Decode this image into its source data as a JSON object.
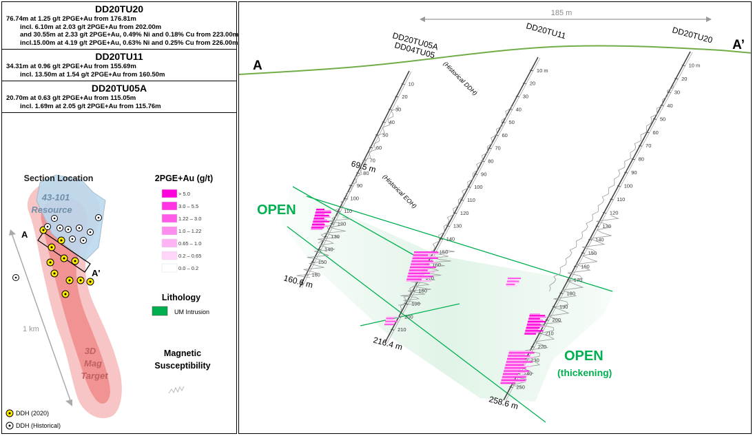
{
  "holes": [
    {
      "title": "DD20TU20",
      "lines": [
        {
          "text": "76.74m at 1.25 g/t 2PGE+Au from 176.81m",
          "indent": false
        },
        {
          "text": "incl. 6.10m at 2.03 g/t 2PGE+Au from 202.00m",
          "indent": true
        },
        {
          "text": "and 30.55m at 2.33 g/t 2PGE+Au, 0.49% Ni and 0.18% Cu from 223.00m",
          "indent": true
        },
        {
          "text": "incl.15.00m at 4.19 g/t 2PGE+Au, 0.63% Ni and 0.25% Cu from 226.00m",
          "indent": true
        }
      ]
    },
    {
      "title": "DD20TU11",
      "lines": [
        {
          "text": "34.31m at 0.96 g/t 2PGE+Au from 155.69m",
          "indent": false
        },
        {
          "text": "incl. 13.50m at 1.54 g/t 2PGE+Au from 160.50m",
          "indent": true
        }
      ]
    },
    {
      "title": "DD20TU05A",
      "lines": [
        {
          "text": "20.70m at 0.63 g/t 2PGE+Au from 115.05m",
          "indent": false
        },
        {
          "text": "incl. 1.69m at 2.05 g/t 2PGE+Au from 115.76m",
          "indent": true
        }
      ]
    }
  ],
  "map": {
    "title": "Section Location",
    "resource_label_1": "43-101",
    "resource_label_2": "Resource",
    "target_label_1": "3D",
    "target_label_2": "Mag",
    "target_label_3": "Target",
    "scale_label": "1 km",
    "section_start": "A",
    "section_end": "A'"
  },
  "legend": {
    "grade_title": "2PGE+Au (g/t)",
    "grade_classes": [
      {
        "label": "> 5.0",
        "color": "#ff00dc"
      },
      {
        "label": "3.0 – 5.5",
        "color": "#ff33e3"
      },
      {
        "label": "1.22 – 3.0",
        "color": "#ff5ae8"
      },
      {
        "label": "1.0 – 1.22",
        "color": "#ff8def"
      },
      {
        "label": "0.65 – 1.0",
        "color": "#ffb2f4"
      },
      {
        "label": "0.2 – 0.65",
        "color": "#ffd6fa"
      },
      {
        "label": "0.0 – 0.2",
        "color": "#ffffff"
      }
    ],
    "lithology_title": "Lithology",
    "lithology_item": "UM Intrusion",
    "lithology_color": "#00b050",
    "mag_title_1": "Magnetic",
    "mag_title_2": "Susceptibility",
    "ddh_2020": "DDH (2020)",
    "ddh_historical": "DDH (Historical)"
  },
  "section": {
    "start_label": "A",
    "end_label": "A’",
    "scale_text": "185 m",
    "open_left": "OPEN",
    "open_right": "OPEN",
    "open_right_sub": "(thickening)",
    "hole_05a": "DD20TU05A",
    "hole_04": "DD04TU05",
    "hole_04_note": "(Historical DDH)",
    "hole_11": "DD20TU11",
    "hole_20": "DD20TU20",
    "historical_eoh_depth": "69.5 m",
    "historical_eoh_note": "(Historical EOH)",
    "eoh_05a": "160.6 m",
    "eoh_11": "216.4 m",
    "eoh_20": "258.6 m",
    "topo_color": "#70ad47",
    "open_color": "#00b050"
  },
  "ticks": {
    "hole_05a": [
      "10",
      "20",
      "30",
      "40",
      "50",
      "60",
      "70",
      "80",
      "90",
      "100",
      "110",
      "120",
      "130",
      "140",
      "150",
      "160"
    ],
    "hole_11": [
      "10 m",
      "20",
      "30",
      "40",
      "50",
      "60",
      "70",
      "80",
      "90",
      "100",
      "110",
      "120",
      "130",
      "140",
      "150",
      "160",
      "170",
      "180",
      "190",
      "200",
      "210"
    ],
    "hole_20": [
      "10 m",
      "20",
      "30",
      "40",
      "50",
      "60",
      "70",
      "80",
      "90",
      "100",
      "110",
      "120",
      "130",
      "140",
      "150",
      "160",
      "170",
      "180",
      "190",
      "200",
      "210",
      "220",
      "230",
      "240",
      "250"
    ]
  }
}
